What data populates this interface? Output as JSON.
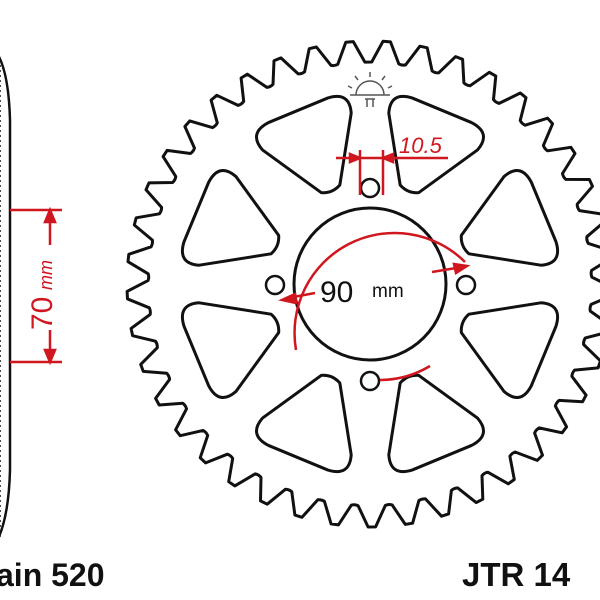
{
  "colors": {
    "outline": "#111111",
    "dimension": "#d0161e",
    "background": "#ffffff"
  },
  "dimensions": {
    "bolt_circle": {
      "value": "90",
      "unit": "mm"
    },
    "bolt_hole": {
      "value": "10.5"
    },
    "side_width": {
      "value": "70",
      "unit": "mm"
    }
  },
  "labels": {
    "chain": "ain 520",
    "part_number": "JTR 14"
  },
  "logo": {
    "name": "jt-sun-logo"
  }
}
